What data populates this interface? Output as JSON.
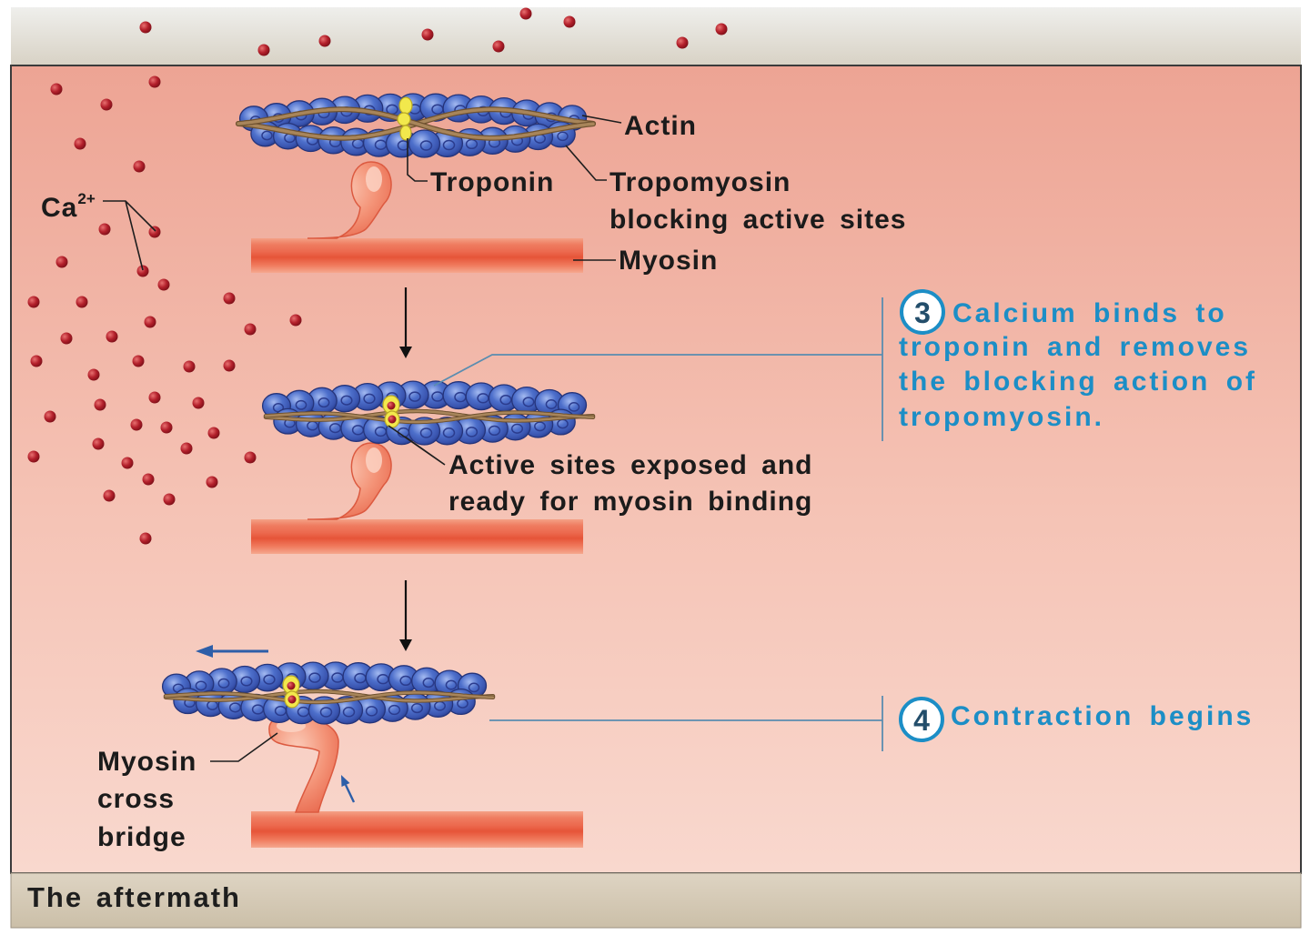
{
  "diagram": {
    "calcium": {
      "symbol": "Ca",
      "charge": "2+"
    },
    "stage_1": {
      "actin": "Actin",
      "troponin": "Troponin",
      "tropomyosin": [
        "Tropomyosin",
        "blocking active sites"
      ],
      "myosin": "Myosin"
    },
    "stage_2": {
      "active_sites": [
        "Active sites exposed and",
        "ready for myosin binding"
      ]
    },
    "stage_3": {
      "cross_bridge": [
        "Myosin",
        "cross",
        "bridge"
      ]
    },
    "steps": [
      {
        "number": "3",
        "text": [
          "Calcium binds to",
          "troponin and removes",
          "the blocking action of",
          "tropomyosin."
        ]
      },
      {
        "number": "4",
        "text": [
          "Contraction begins"
        ]
      }
    ]
  },
  "footer": {
    "title": "The aftermath"
  },
  "colors": {
    "step_text": "#1c8ec6",
    "calcium_ion": "#b3202b",
    "actin": "#4d6fcb",
    "tropomyosin": "#a8855a",
    "troponin": "#f2e84c",
    "myosin": "#ec6a4f",
    "panel_top": "#eda494",
    "panel_bottom": "#f9d8ce"
  }
}
